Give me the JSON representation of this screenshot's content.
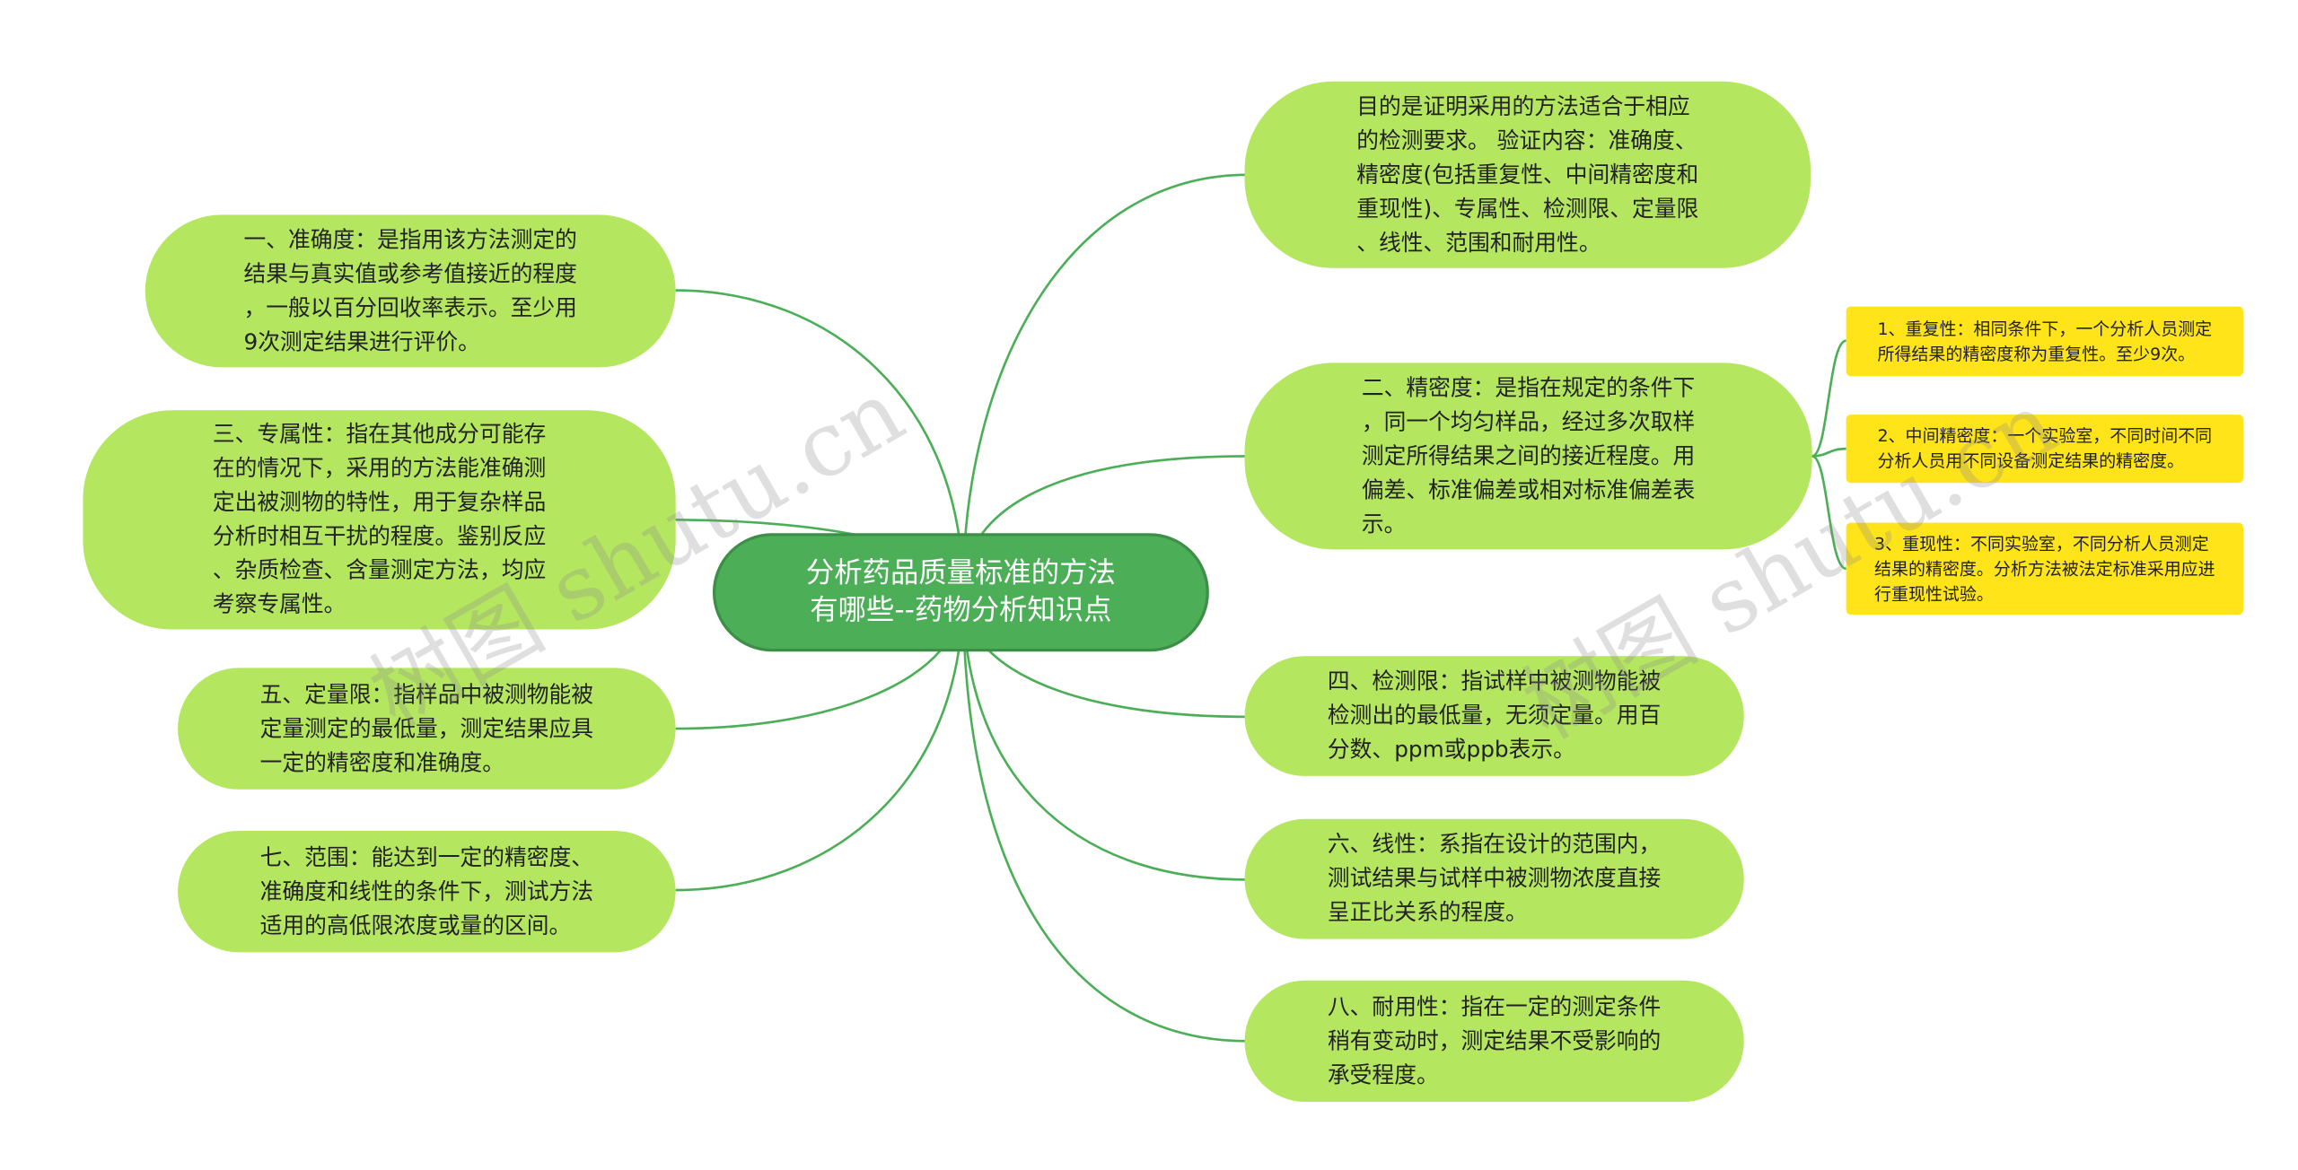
{
  "root": {
    "label": "分析药品质量标准的方法\n有哪些--药物分析知识点"
  },
  "nodes": {
    "purpose": "目的是证明采用的方法适合于相应\n的检测要求。 验证内容：准确度、\n精密度(包括重复性、中间精密度和\n重现性)、专属性、检测限、定量限\n、线性、范围和耐用性。",
    "accuracy": "一、准确度：是指用该方法测定的\n结果与真实值或参考值接近的程度\n，一般以百分回收率表示。至少用\n9次测定结果进行评价。",
    "precision": "二、精密度：是指在规定的条件下\n，同一个均匀样品，经过多次取样\n测定所得结果之间的接近程度。用\n偏差、标准偏差或相对标准偏差表\n示。",
    "specificity": "三、专属性：指在其他成分可能存\n在的情况下，采用的方法能准确测\n定出被测物的特性，用于复杂样品\n分析时相互干扰的程度。鉴别反应\n、杂质检查、含量测定方法，均应\n考察专属性。",
    "detection_limit": "四、检测限：指试样中被测物能被\n检测出的最低量，无须定量。用百\n分数、ppm或ppb表示。",
    "quantitation_limit": "五、定量限：指样品中被测物能被\n定量测定的最低量，测定结果应具\n一定的精密度和准确度。",
    "linearity": "六、线性：系指在设计的范围内，\n测试结果与试样中被测物浓度直接\n呈正比关系的程度。",
    "range": "七、范围：能达到一定的精密度、\n准确度和线性的条件下，测试方法\n适用的高低限浓度或量的区间。",
    "robustness": "八、耐用性：指在一定的测定条件\n稍有变动时，测定结果不受影响的\n承受程度。",
    "repeatability": "1、重复性：相同条件下，一个分析人员测定\n所得结果的精密度称为重复性。至少9次。",
    "intermediate_precision": "2、中间精密度：一个实验室，不同时间不同\n分析人员用不同设备测定结果的精密度。",
    "reproducibility": "3、重现性：不同实验室，不同分析人员测定\n结果的精密度。分析方法被法定标准采用应进\n行重现性试验。"
  },
  "watermarks": [
    "树图 shutu.cn",
    "树图 shutu.cn"
  ],
  "colors": {
    "root_fill": "#4caf58",
    "branch_fill": "#b4e660",
    "leaf_fill": "#ffe419",
    "edge": "#4caf58"
  }
}
